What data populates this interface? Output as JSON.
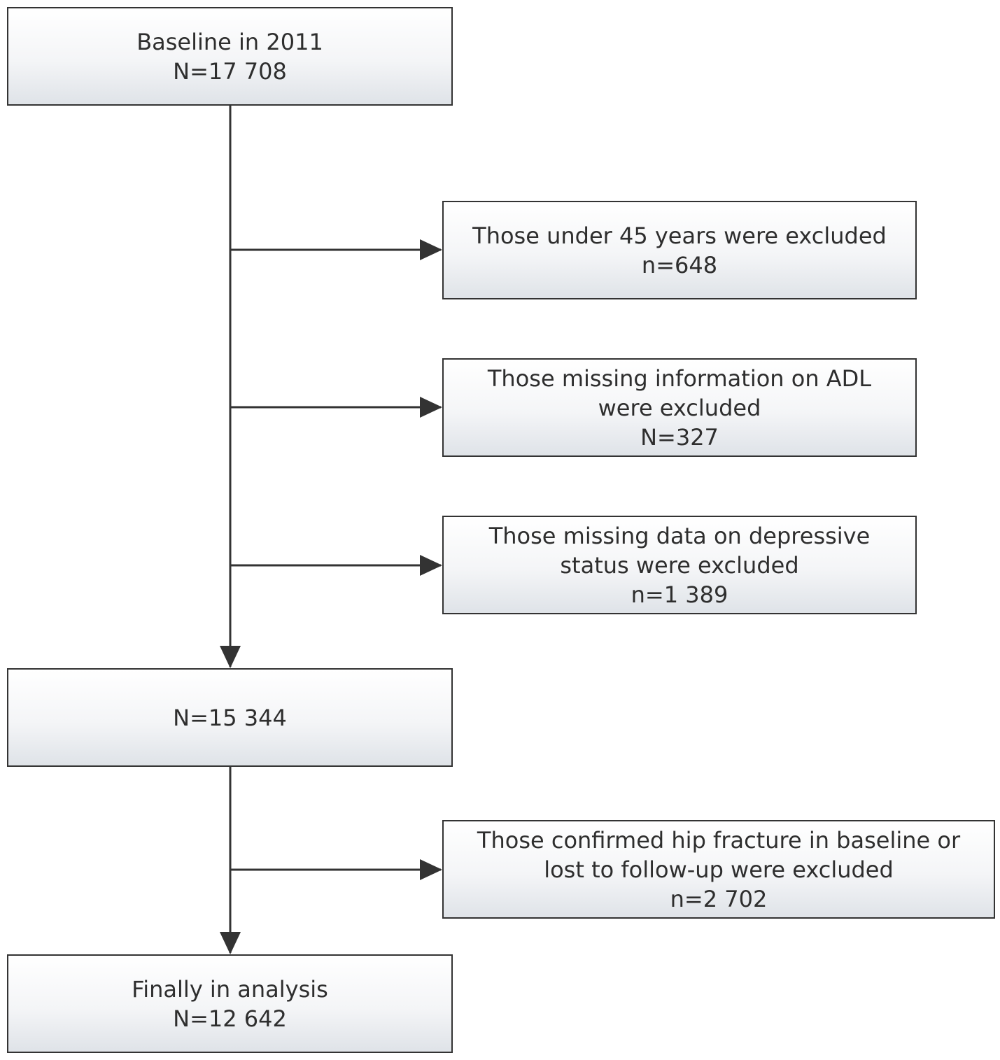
{
  "flowchart": {
    "baseline": {
      "line1": "Baseline in 2011",
      "line2": "N=17 708"
    },
    "exclusion_age": {
      "line1": "Those under 45 years were excluded",
      "line2": "n=648"
    },
    "exclusion_adl": {
      "line1": "Those missing information on ADL",
      "line2": "were excluded",
      "line3": "N=327"
    },
    "exclusion_depressive": {
      "line1": "Those missing data on depressive",
      "line2": "status were excluded",
      "line3": "n=1 389"
    },
    "intermediate": {
      "line1": "N=15 344"
    },
    "exclusion_hip_fracture": {
      "line1": "Those confirmed hip fracture in baseline or",
      "line2": "lost to follow-up were excluded",
      "line3": "n=2 702"
    },
    "final": {
      "line1": "Finally in analysis",
      "line2": "N=12 642"
    }
  },
  "colors": {
    "line": "#333333",
    "text": "#2e2e2e",
    "box_fill_top": "#ffffff",
    "box_fill_bottom": "#dfe3e8"
  }
}
